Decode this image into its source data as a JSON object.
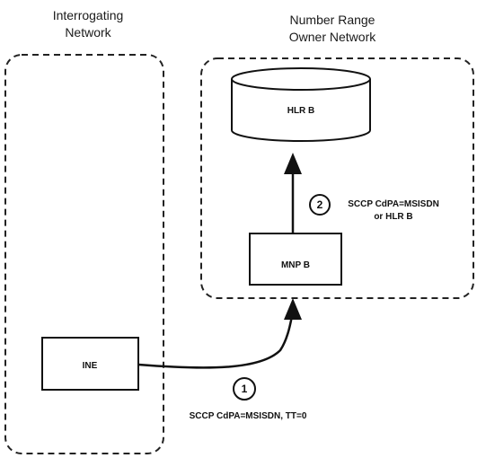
{
  "networks": {
    "interrogating": {
      "line1": "Interrogating",
      "line2": "Network"
    },
    "owner": {
      "line1": "Number Range",
      "line2": "Owner Network"
    }
  },
  "nodes": {
    "hlr": "HLR B",
    "mnp": "MNP B",
    "ine": "INE"
  },
  "messages": {
    "step1": {
      "number": "1",
      "text": "SCCP CdPA=MSISDN, TT=0"
    },
    "step2": {
      "number": "2",
      "line1": "SCCP CdPA=MSISDN",
      "line2": "or HLR B"
    }
  }
}
